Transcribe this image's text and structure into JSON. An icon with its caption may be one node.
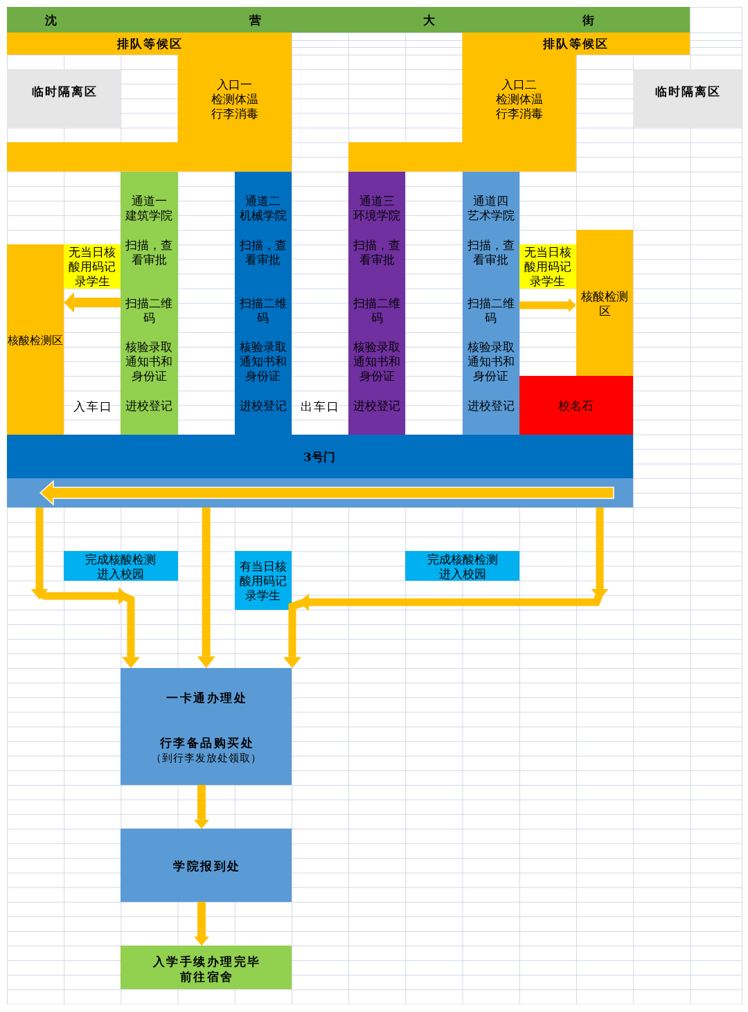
{
  "diagram": {
    "nodes": [
      {
        "text": [
          "沈",
          "营",
          "大",
          "街"
        ]
      },
      {
        "text": [
          "排队等候区",
          "入口一",
          "检测体温",
          "行李消毒"
        ]
      },
      {
        "text": [
          "排队等候区",
          "入口二",
          "检测体温",
          "行李消毒"
        ]
      },
      {
        "text": [
          "临时隔离区"
        ]
      },
      {
        "text": [
          "临时隔离区"
        ]
      },
      {
        "text": [
          "通道一",
          "建筑学院",
          "扫描，查看审批",
          "扫描二维码",
          "核验录取通知书和身份证",
          "进校登记"
        ]
      },
      {
        "text": [
          "通道二",
          "机械学院",
          "扫描，查看审批",
          "扫描二维码",
          "核验录取通知书和身份证",
          "进校登记"
        ]
      },
      {
        "text": [
          "通道三",
          "环境学院",
          "扫描，查看审批",
          "扫描二维码",
          "核验录取通知书和身份证",
          "进校登记"
        ]
      },
      {
        "text": [
          "通道四",
          "艺术学院",
          "扫描，查看审批",
          "扫描二维码",
          "核验录取通知书和身份证",
          "进校登记"
        ]
      },
      {
        "text": [
          "核酸检测区"
        ]
      },
      {
        "text": [
          "无当日核酸用码记录学生"
        ]
      },
      {
        "text": [
          "无当日核酸用码记录学生"
        ]
      },
      {
        "text": [
          "核酸检测区"
        ]
      },
      {
        "text": [
          "校名石"
        ]
      },
      {
        "text": [
          "3号门"
        ]
      },
      {
        "text": [],
        "shape": "bar"
      },
      {
        "text": [
          "完成核酸检测",
          "进入校园"
        ]
      },
      {
        "text": [
          "有当日核酸用码记录学生"
        ]
      },
      {
        "text": [
          "完成核酸检测",
          "进入校园"
        ]
      },
      {
        "text": [
          "一卡通办理处",
          "行李备品购买处",
          "（到行李发放处领取）"
        ]
      },
      {
        "text": [
          "学院报到处"
        ]
      },
      {
        "text": [
          "入学手续办理完毕",
          "前往宿舍"
        ]
      }
    ],
    "edges": [
      {
        "from": 5,
        "to": 9,
        "arrow": "to"
      },
      {
        "from": 8,
        "to": 12,
        "arrow": "to"
      },
      {
        "from": 15,
        "to": 19,
        "arrow": "to"
      },
      {
        "from": 15,
        "to": 19,
        "arrow": "to"
      },
      {
        "from": 15,
        "to": 19,
        "arrow": "to"
      },
      {
        "from": 19,
        "to": 20,
        "arrow": "to"
      },
      {
        "from": 20,
        "to": 21,
        "arrow": "to"
      }
    ],
    "labels": [
      "入车口",
      "出车口"
    ]
  }
}
